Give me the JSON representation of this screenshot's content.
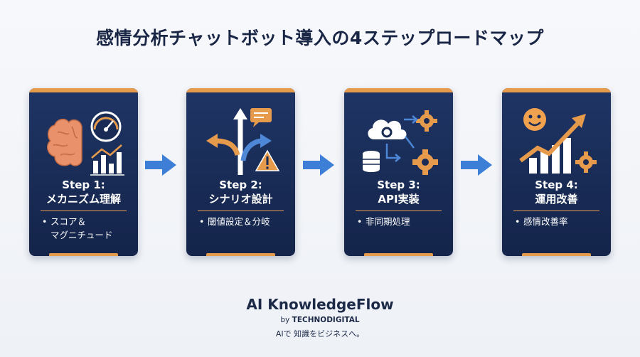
{
  "title": "感情分析チャットボット導入の4ステップロードマップ",
  "steps": [
    {
      "label": "Step 1:",
      "name": "メカニズム理解",
      "bullets": [
        "スコア＆",
        "マグニチュード"
      ],
      "icon": "brain-gauge-chart-icon"
    },
    {
      "label": "Step 2:",
      "name": "シナリオ設計",
      "bullets": [
        "閾値設定＆分岐"
      ],
      "icon": "branching-arrows-warning-icon"
    },
    {
      "label": "Step 3:",
      "name": "API実装",
      "bullets": [
        "非同期処理"
      ],
      "icon": "cloud-gears-database-icon"
    },
    {
      "label": "Step 4:",
      "name": "運用改善",
      "bullets": [
        "感情改善率"
      ],
      "icon": "smile-growth-chart-icon"
    }
  ],
  "bullet_char": "•",
  "brand": {
    "name": "AI KnowledgeFlow",
    "by_prefix": "by ",
    "by_company": "TECHNODIGITAL",
    "tagline": "AIで 知識をビジネスへ。"
  },
  "colors": {
    "card": "#1b2f5c",
    "accent": "#e69a4c",
    "arrow": "#3d7fd6",
    "title": "#1a2646"
  }
}
